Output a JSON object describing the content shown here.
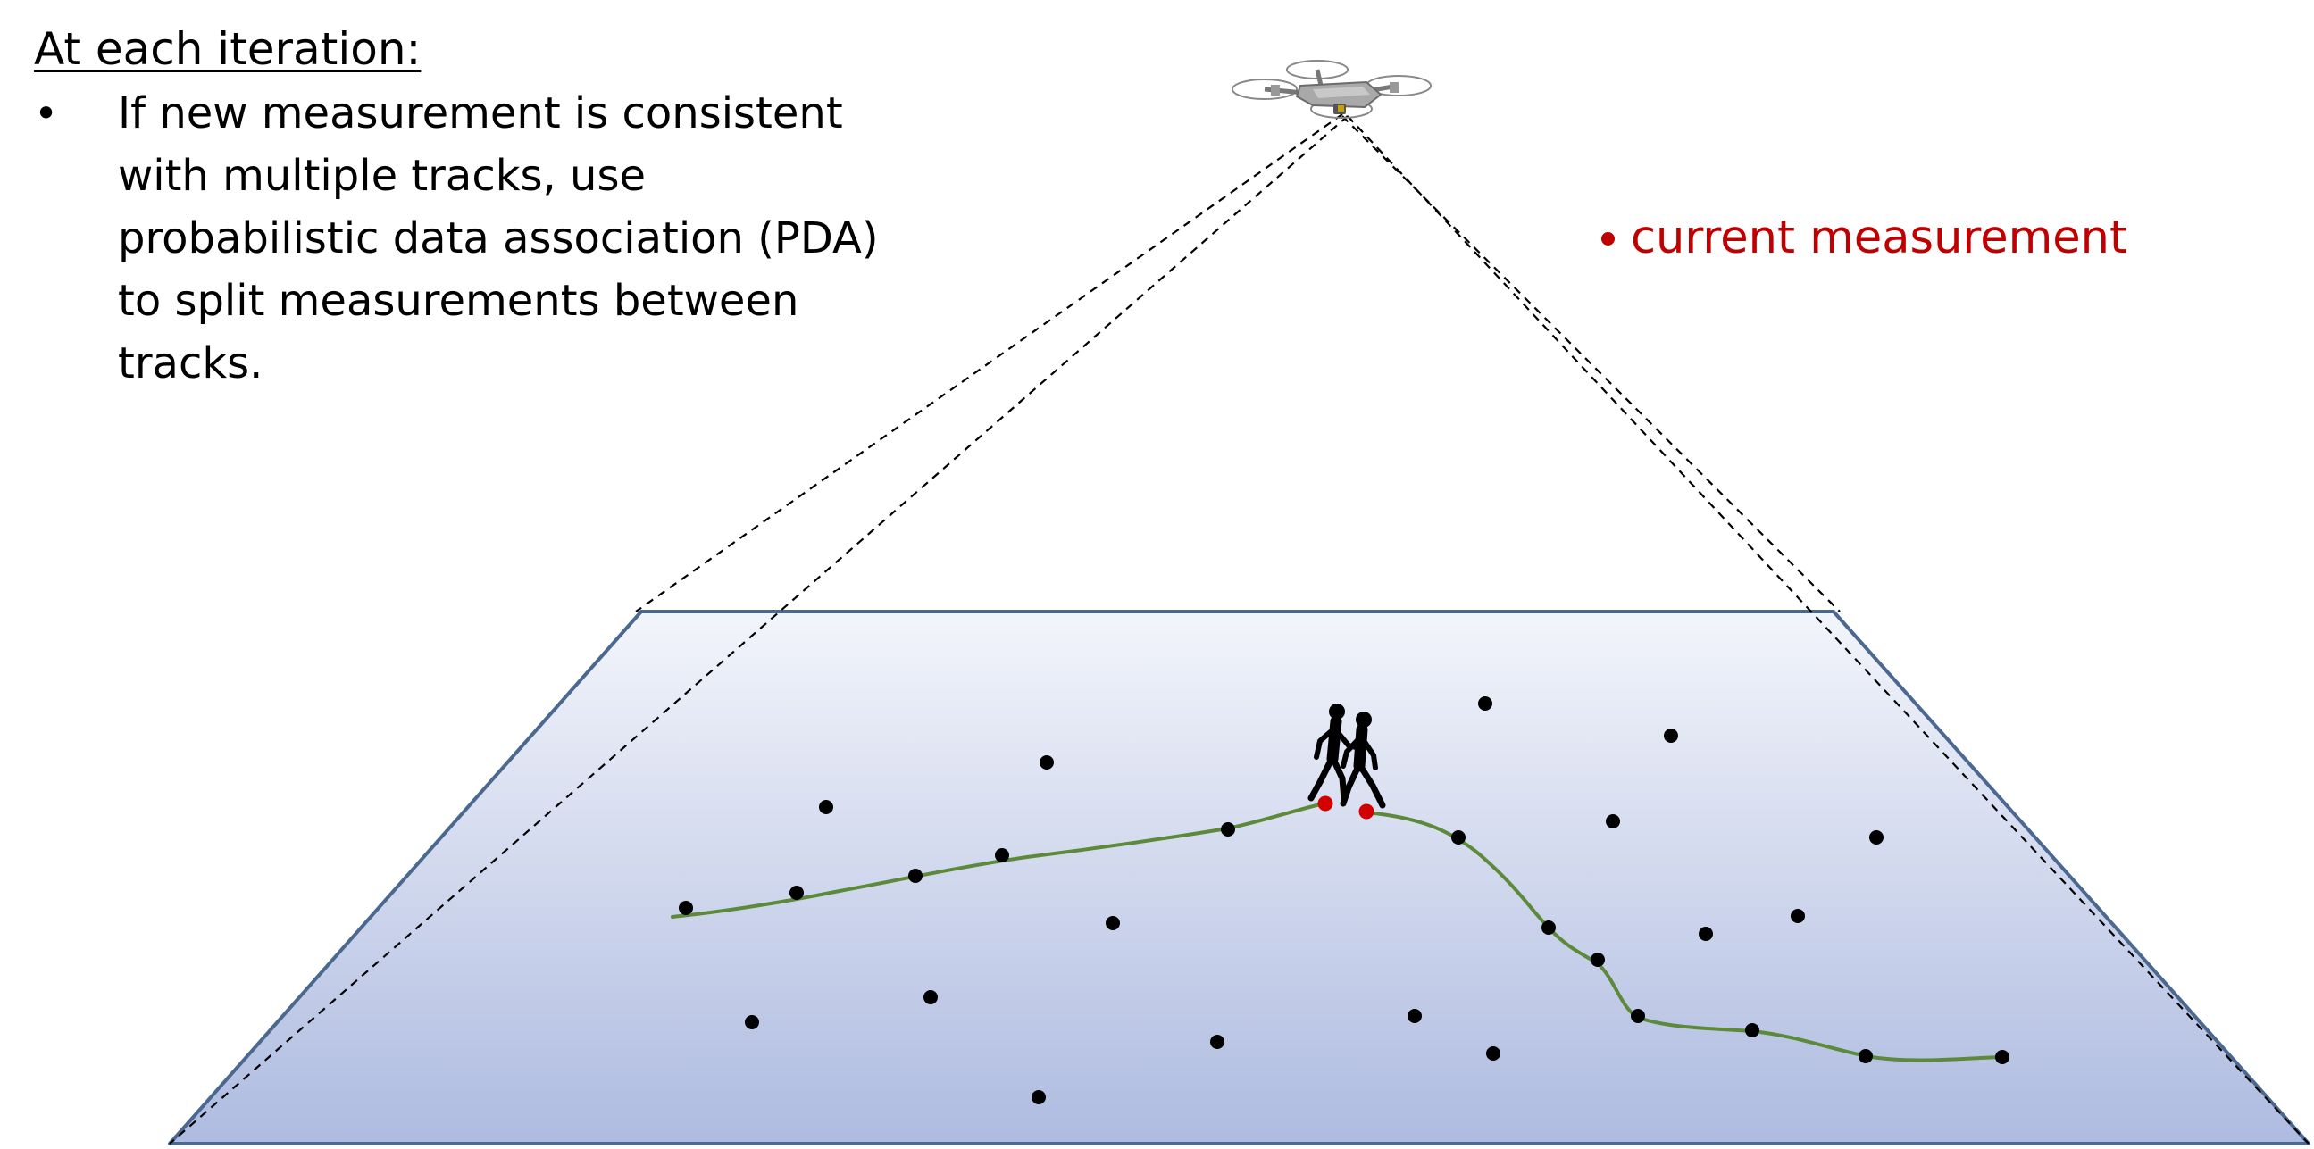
{
  "text": {
    "heading": "At each iteration:",
    "bullet_lines": [
      "If new measurement is consistent",
      "with multiple tracks, use",
      "probabilistic data association (PDA)",
      "to split measurements between",
      "tracks."
    ]
  },
  "legend": {
    "label": "current measurement",
    "color": "#c00000"
  },
  "colors": {
    "field_top": "#f3f5fb",
    "field_bottom": "#aebbe0",
    "field_border": "#4a6890",
    "track": "#5c8a3a",
    "measurement": "#000000",
    "current_measurement": "#c00000"
  },
  "icons": {
    "sensor": "drone-icon",
    "targets": "two-pedestrians-icon"
  }
}
